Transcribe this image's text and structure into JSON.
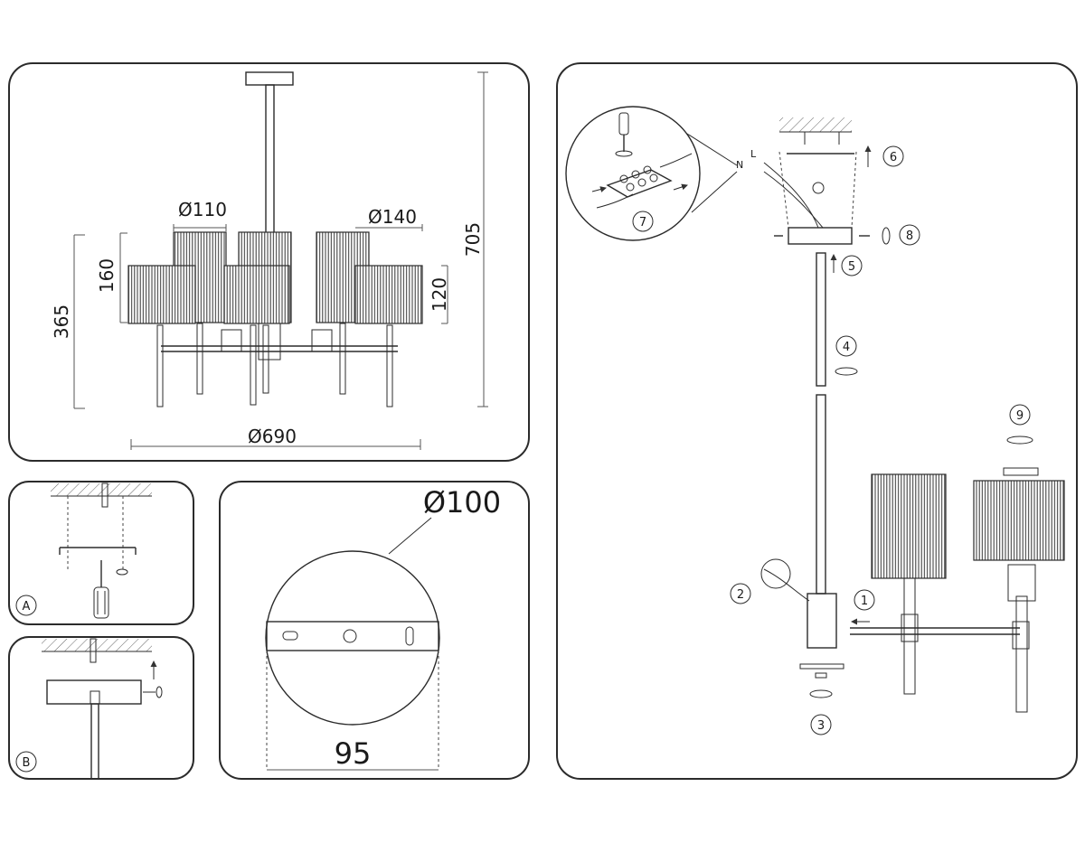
{
  "overview": {
    "dims": {
      "shade_small": "Ø110",
      "shade_large": "Ø140",
      "height_total": "705",
      "height_body": "365",
      "shade_height_small": "160",
      "shade_height_large": "120",
      "width": "Ø690"
    }
  },
  "mount_a": {
    "label": "A"
  },
  "mount_b": {
    "label": "B"
  },
  "canopy": {
    "diameter": "Ø100",
    "plate_width": "95"
  },
  "assembly": {
    "wire_n": "N",
    "wire_l": "L",
    "step_labels": [
      "1",
      "2",
      "3",
      "4",
      "5",
      "6",
      "7",
      "8",
      "9"
    ]
  }
}
